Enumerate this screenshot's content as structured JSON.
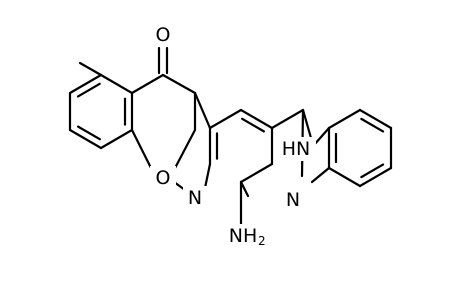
{
  "molecule": {
    "atom_labels": {
      "carbonyl_oxygen": "O",
      "ring_oxygen": "O",
      "pyridine_nitrogen": "N",
      "amino_group": "NH",
      "amino_subscript": "2",
      "imidazole_nh": "HN",
      "imidazole_n": "N"
    },
    "colors": {
      "bond": "#000000",
      "label": "#000000",
      "background": "#ffffff"
    }
  }
}
